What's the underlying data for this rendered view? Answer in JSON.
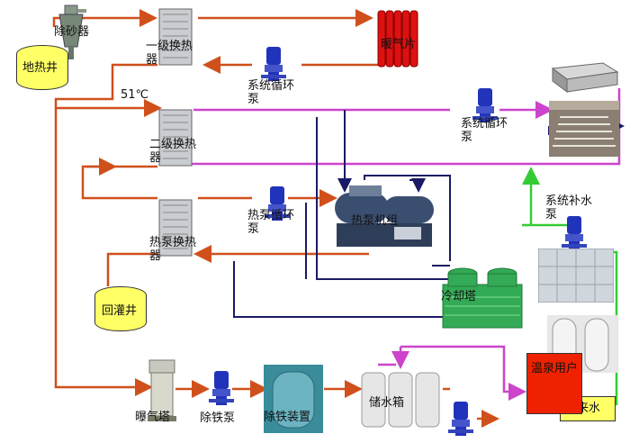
{
  "labels": {
    "geothermal_well": "地热井",
    "sand_separator": "除砂器",
    "hx1": "一级换热器",
    "radiator": "暖气片",
    "circ_pump_1": "系统循环泵",
    "temp": "51℃",
    "hx2": "二级换热器",
    "circ_pump_2": "系统循环泵",
    "makeup_pump": "系统补水泵",
    "hp_hx": "热泵换热器",
    "hp_circ_pump": "热泵循环泵",
    "heat_pump": "热泵机组",
    "reinjection_well": "回灌井",
    "cooling_tower": "冷却塔",
    "aeration_tower": "曝气塔",
    "iron_pump": "除铁泵",
    "iron_removal": "除铁装置",
    "storage_tank": "储水箱",
    "hot_spring_user": "温泉用户",
    "tap_water": "自来水"
  },
  "colors": {
    "hot_line": "#d0501c",
    "return_line": "#cc44cc",
    "cooling_line": "#1a1a66",
    "makeup_line": "#33cc33",
    "equipment_fill": "#ffff66",
    "user_fill": "#ee2200"
  }
}
